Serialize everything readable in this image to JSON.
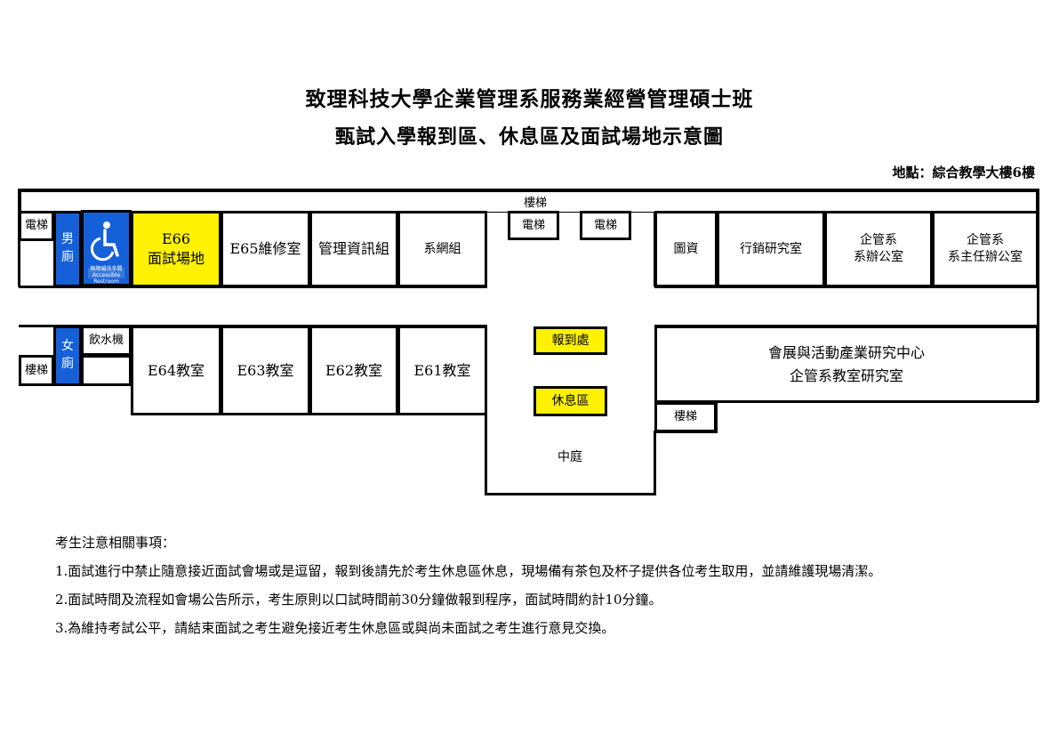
{
  "title": "致理科技大學企業管理系服務業經營管理碩士班",
  "subtitle": "甄試入學報到區、休息區及面試場地示意圖",
  "location": "地點：綜合教學大樓6樓",
  "map": {
    "stairs_top": "樓梯",
    "elevator_left": "電梯",
    "mens_room": "男\n廁",
    "accessible_toilet_caption": "無障礙洗手間",
    "accessible_toilet_caption_en": "Accessible Restroom",
    "e66_line1": "E66",
    "e66_line2": "面試場地",
    "e65": "E65維修室",
    "mis_group": "管理資訊組",
    "network_group": "系網組",
    "elevator_mid1": "電梯",
    "elevator_mid2": "電梯",
    "library": "圖資",
    "marketing_lab": "行銷研究室",
    "dept_office": "企管系\n系辦公室",
    "chair_office": "企管系\n系主任辦公室",
    "water": "飲水機",
    "womens_room": "女\n廁",
    "stairs_left": "樓梯",
    "e64": "E64教室",
    "e63": "E63教室",
    "e62": "E62教室",
    "e61": "E61教室",
    "checkin": "報到處",
    "rest_area": "休息區",
    "courtyard": "中庭",
    "research_center": "會展與活動產業研究中心\n企管系教室研究室",
    "stairs_right": "樓梯"
  },
  "notes": {
    "heading": "考生注意相關事項：",
    "items": [
      "1.面試進行中禁止隨意接近面試會場或是逗留，報到後請先於考生休息區休息，現場備有茶包及杯子提供各位考生取用，並請維護現場清潔。",
      "2.面試時間及流程如會場公告所示，考生原則以口試時間前30分鐘做報到程序，面試時間約計10分鐘。",
      "3.為維持考試公平，請結束面試之考生避免接近考生休息區或與尚未面試之考生進行意見交換。"
    ]
  },
  "colors": {
    "blue": "#1560d8",
    "yellow": "#fff200"
  }
}
